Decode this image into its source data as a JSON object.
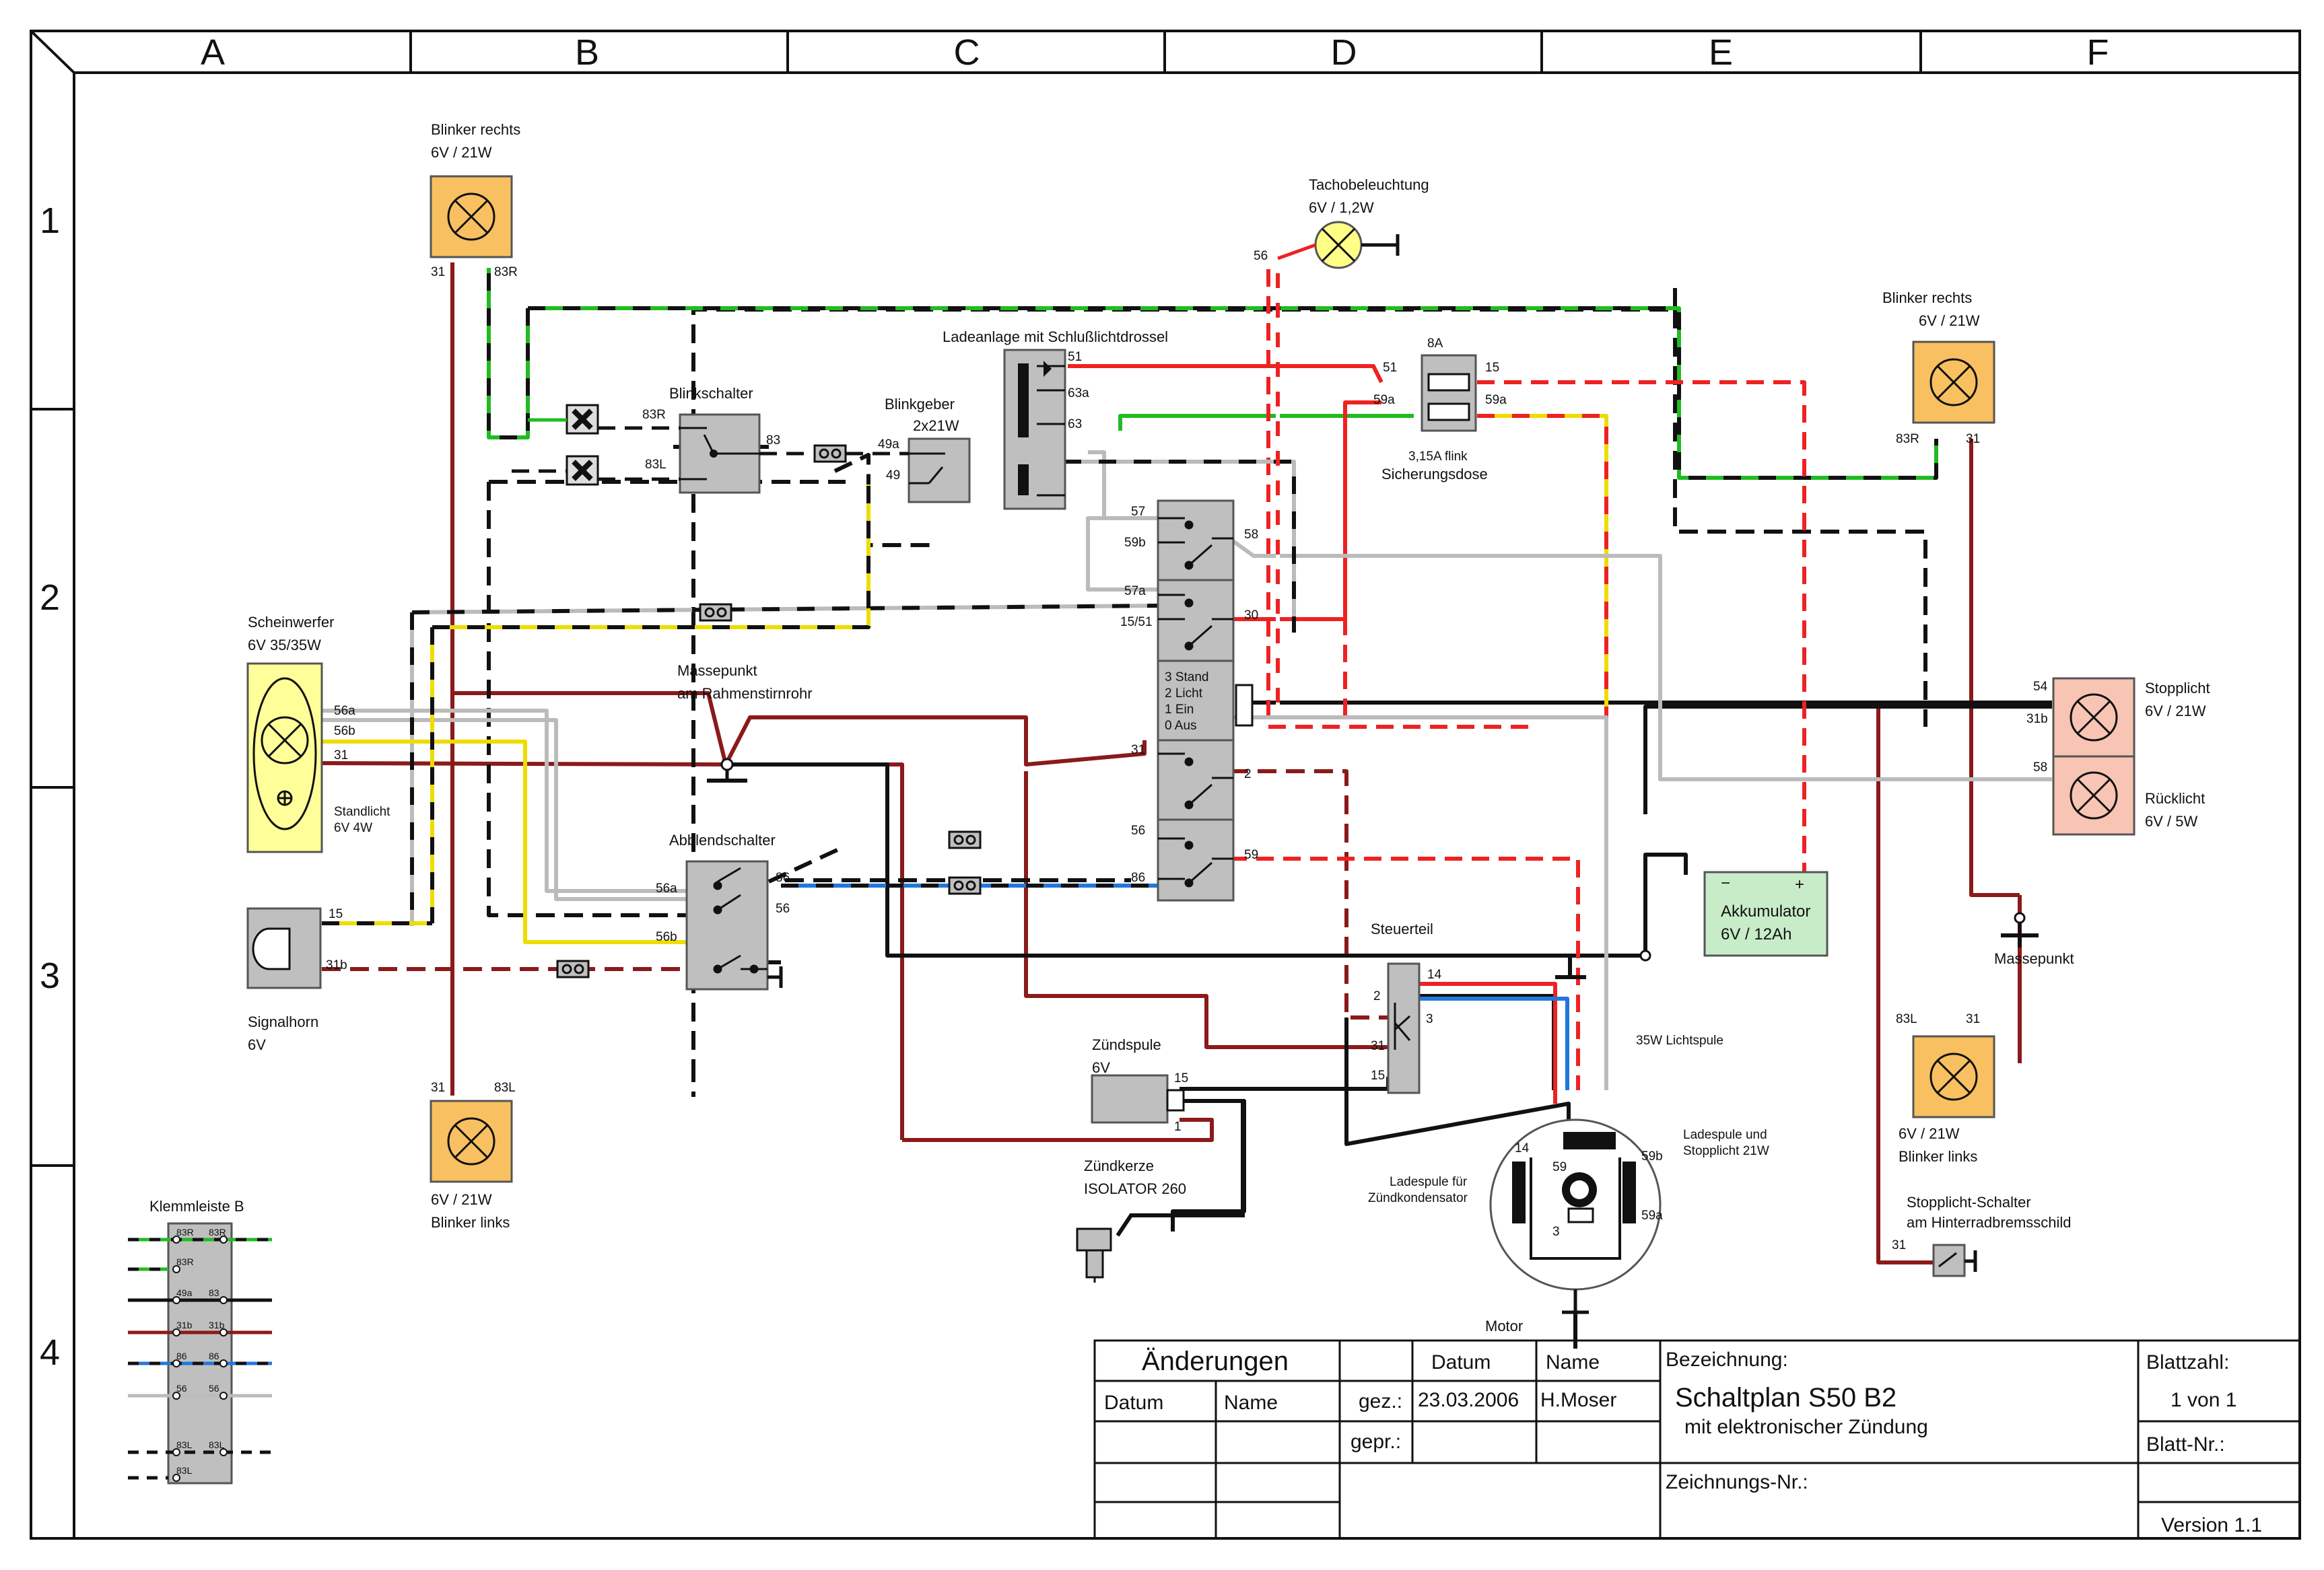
{
  "grid": {
    "columns": [
      "A",
      "B",
      "C",
      "D",
      "E",
      "F"
    ],
    "rows": [
      "1",
      "2",
      "3",
      "4"
    ]
  },
  "components": {
    "blinker_rechts_front": {
      "name": "Blinker rechts",
      "spec": "6V / 21W",
      "pin_a": "31",
      "pin_b": "83R"
    },
    "blinker_rechts_rear": {
      "name": "Blinker rechts",
      "spec": "6V / 21W",
      "pin_a": "83R",
      "pin_b": "31"
    },
    "blinker_links_front": {
      "name": "Blinker links",
      "spec": "6V / 21W",
      "pin_a": "31",
      "pin_b": "83L"
    },
    "blinker_links_rear": {
      "name": "Blinker links",
      "spec": "6V / 21W",
      "pin_a": "83L",
      "pin_b": "31"
    },
    "tacho": {
      "name": "Tachobeleuchtung",
      "spec": "6V / 1,2W",
      "pin": "56"
    },
    "ladeanlage": {
      "name": "Ladeanlage mit Schlußlichtdrossel",
      "pins": [
        "51",
        "63a",
        "63"
      ]
    },
    "sicherung": {
      "name": "Sicherungsdose",
      "fuse_top": "8A",
      "fuse_bottom": "3,15A flink",
      "pins": [
        "51",
        "15",
        "59a",
        "59a"
      ]
    },
    "blinkschalter": {
      "name": "Blinkschalter",
      "pins": [
        "83R",
        "83L",
        "83"
      ]
    },
    "blinkgeber": {
      "name": "Blinkgeber",
      "spec": "2x21W",
      "pins": [
        "49a",
        "49"
      ]
    },
    "scheinwerfer": {
      "name": "Scheinwerfer",
      "spec": "6V 35/35W",
      "pins": [
        "56a",
        "56b",
        "31"
      ],
      "standlicht": "Standlicht",
      "standlicht_spec": "6V 4W"
    },
    "massepunkt_rahmen": {
      "name": "Massepunkt",
      "sub": "am Rahmenstirnrohr"
    },
    "zuendschloss": {
      "pins": [
        "57",
        "59b",
        "58",
        "57a",
        "15/51",
        "30",
        "31",
        "2",
        "56",
        "86",
        "59"
      ],
      "positions": [
        "3 Stand",
        "2 Licht",
        "1 Ein",
        "0 Aus"
      ]
    },
    "abblendschalter": {
      "name": "Abblendschalter",
      "pins": [
        "56a",
        "56b",
        "86",
        "56"
      ]
    },
    "signalhorn": {
      "name": "Signalhorn",
      "spec": "6V",
      "pins": [
        "15",
        "31b"
      ]
    },
    "stopplicht": {
      "name": "Stopplicht",
      "spec": "6V / 21W",
      "pins": [
        "54",
        "31b"
      ]
    },
    "ruecklicht": {
      "name": "Rücklicht",
      "spec": "6V / 5W",
      "pin": "58"
    },
    "akku": {
      "name": "Akkumulator",
      "spec": "6V / 12Ah",
      "minus": "−",
      "plus": "+"
    },
    "massepunkt_rear": {
      "name": "Massepunkt"
    },
    "steuerteil": {
      "name": "Steuerteil",
      "pins": [
        "14",
        "2",
        "3",
        "31",
        "15"
      ]
    },
    "zuendspule": {
      "name": "Zündspule",
      "spec": "6V",
      "pins": [
        "15",
        "1"
      ]
    },
    "zuendkerze": {
      "name": "Zündkerze",
      "spec": "ISOLATOR 260"
    },
    "motor": {
      "name": "Motor",
      "lichtspule": "35W Lichtspule",
      "ladespule_stopp": "Ladespule und",
      "ladespule_stopp2": "Stopplicht 21W",
      "ladespule_zuend": "Ladespule für",
      "ladespule_zuend2": "Zündkondensator",
      "pins": [
        "14",
        "59",
        "59b",
        "59a",
        "3"
      ]
    },
    "stopplicht_schalter": {
      "name": "Stopplicht-Schalter",
      "sub": "am Hinterradbremsschild",
      "pin": "31"
    },
    "klemmleiste": {
      "name": "Klemmleiste B",
      "rows": [
        [
          "83R",
          "83R"
        ],
        [
          "83R",
          ""
        ],
        [
          "49a",
          "83"
        ],
        [
          "31b",
          "31b"
        ],
        [
          "86",
          "86"
        ],
        [
          "56",
          "56"
        ],
        [
          "83L",
          "83L"
        ],
        [
          "83L",
          ""
        ]
      ]
    }
  },
  "title_block": {
    "aenderungen": "Änderungen",
    "datum_col": "Datum",
    "name_col": "Name",
    "gez_label": "gez.:",
    "gepr_label": "gepr.:",
    "datum_head": "Datum",
    "name_head": "Name",
    "gez_datum": "23.03.2006",
    "gez_name": "H.Moser",
    "bezeichnung_label": "Bezeichnung:",
    "title": "Schaltplan S50 B2",
    "subtitle": "mit elektronischer Zündung",
    "zeichnungs_label": "Zeichnungs-Nr.:",
    "blattzahl_label": "Blattzahl:",
    "blattzahl": "1 von 1",
    "blattnr_label": "Blatt-Nr.:",
    "version": "Version 1.1"
  },
  "colors": {
    "frame": "#111111",
    "wire_black": "#111111",
    "wire_brown": "#8b1a1a",
    "wire_red": "#ee2222",
    "wire_green": "#22bb22",
    "wire_yellow": "#eedd00",
    "wire_grey": "#bbbbbb",
    "wire_blue": "#2277dd",
    "lamp_orange": "#f8c060",
    "lamp_pink": "#f8c4b4",
    "head_yellow": "#ffff99",
    "akku_green": "#c8ecc8",
    "box_grey": "#bfbfbf"
  }
}
